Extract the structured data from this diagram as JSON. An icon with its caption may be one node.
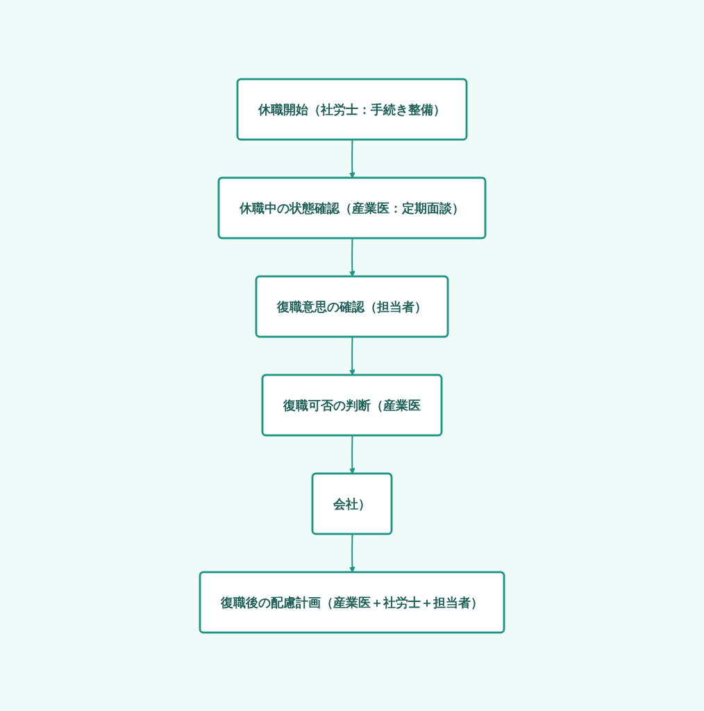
{
  "diagram": {
    "nodes": [
      {
        "text": [
          "休職開始（社労士：手続き整備）"
        ]
      },
      {
        "text": [
          "休職中の状態確認（産業医：定期面談）"
        ]
      },
      {
        "text": [
          "復職意思の確認（担当者）"
        ]
      },
      {
        "text": [
          "復職可否の判断（産業医"
        ]
      },
      {
        "text": [
          "会社）"
        ]
      },
      {
        "text": [
          "復職後の配慮計画（産業医＋社労士＋担当者）"
        ]
      }
    ],
    "edges": [
      {
        "from": 0,
        "to": 1,
        "arrow": "to"
      },
      {
        "from": 1,
        "to": 2,
        "arrow": "to"
      },
      {
        "from": 2,
        "to": 3,
        "arrow": "to"
      },
      {
        "from": 3,
        "to": 4,
        "arrow": "to"
      },
      {
        "from": 4,
        "to": 5,
        "arrow": "to"
      }
    ]
  }
}
